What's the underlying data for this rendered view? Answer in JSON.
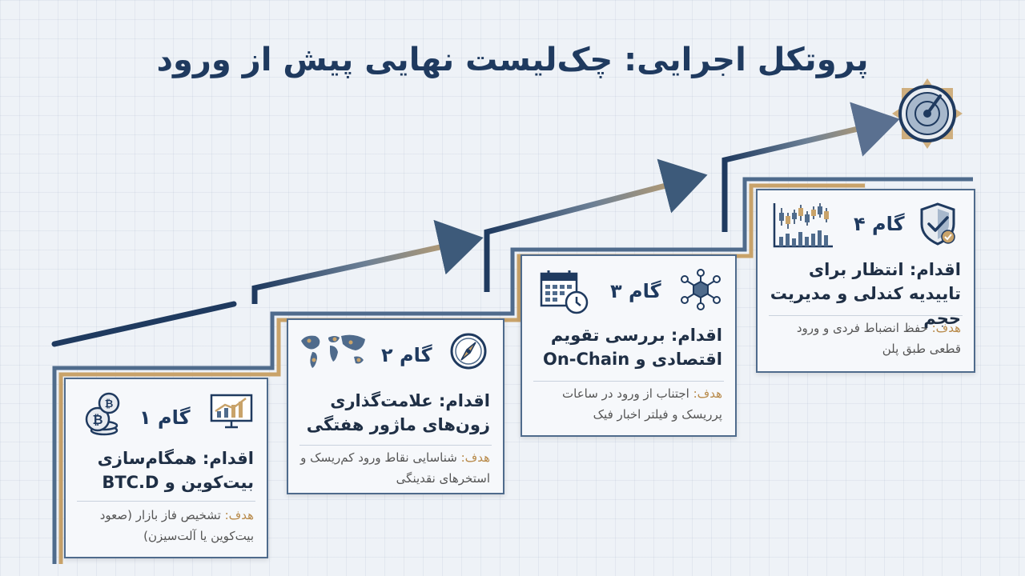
{
  "title": "پروتکل اجرایی: چک‌لیست نهایی پیش از ورود",
  "colors": {
    "navy": "#1f3a5f",
    "steel": "#4f6b8c",
    "gold": "#c9a36a",
    "bg": "#eef2f7"
  },
  "steps": [
    {
      "label": "گام ۱",
      "action": "اقدام: همگام‌سازی بیت‌کوین و BTC.D",
      "goal_key": "هدف:",
      "goal": "تشخیص فاز بازار (صعود بیت‌کوین یا آلت‌سیزن)",
      "icons": [
        "bitcoin-coins-icon",
        "rising-chart-monitor-icon"
      ]
    },
    {
      "label": "گام ۲",
      "action": "اقدام: علامت‌گذاری زون‌های ماژور هفتگی",
      "goal_key": "هدف:",
      "goal": "شناسایی نقاط ورود کم‌ریسک و استخرهای نقدینگی",
      "icons": [
        "world-map-icon",
        "compass-icon"
      ]
    },
    {
      "label": "گام ۳",
      "action": "اقدام: بررسی تقویم اقتصادی و On-Chain",
      "goal_key": "هدف:",
      "goal": "اجتناب از ورود در ساعات پرریسک و فیلتر اخبار فیک",
      "icons": [
        "calendar-clock-icon",
        "network-node-icon"
      ]
    },
    {
      "label": "گام ۴",
      "action": "اقدام: انتظار برای تاییدیه کندلی و مدیریت حجم",
      "goal_key": "هدف:",
      "goal": "حفظ انضباط فردی و ورود قطعی طبق پلن",
      "icons": [
        "candlestick-chart-icon",
        "shield-check-icon"
      ]
    }
  ],
  "target_icon": "target-compass-icon"
}
